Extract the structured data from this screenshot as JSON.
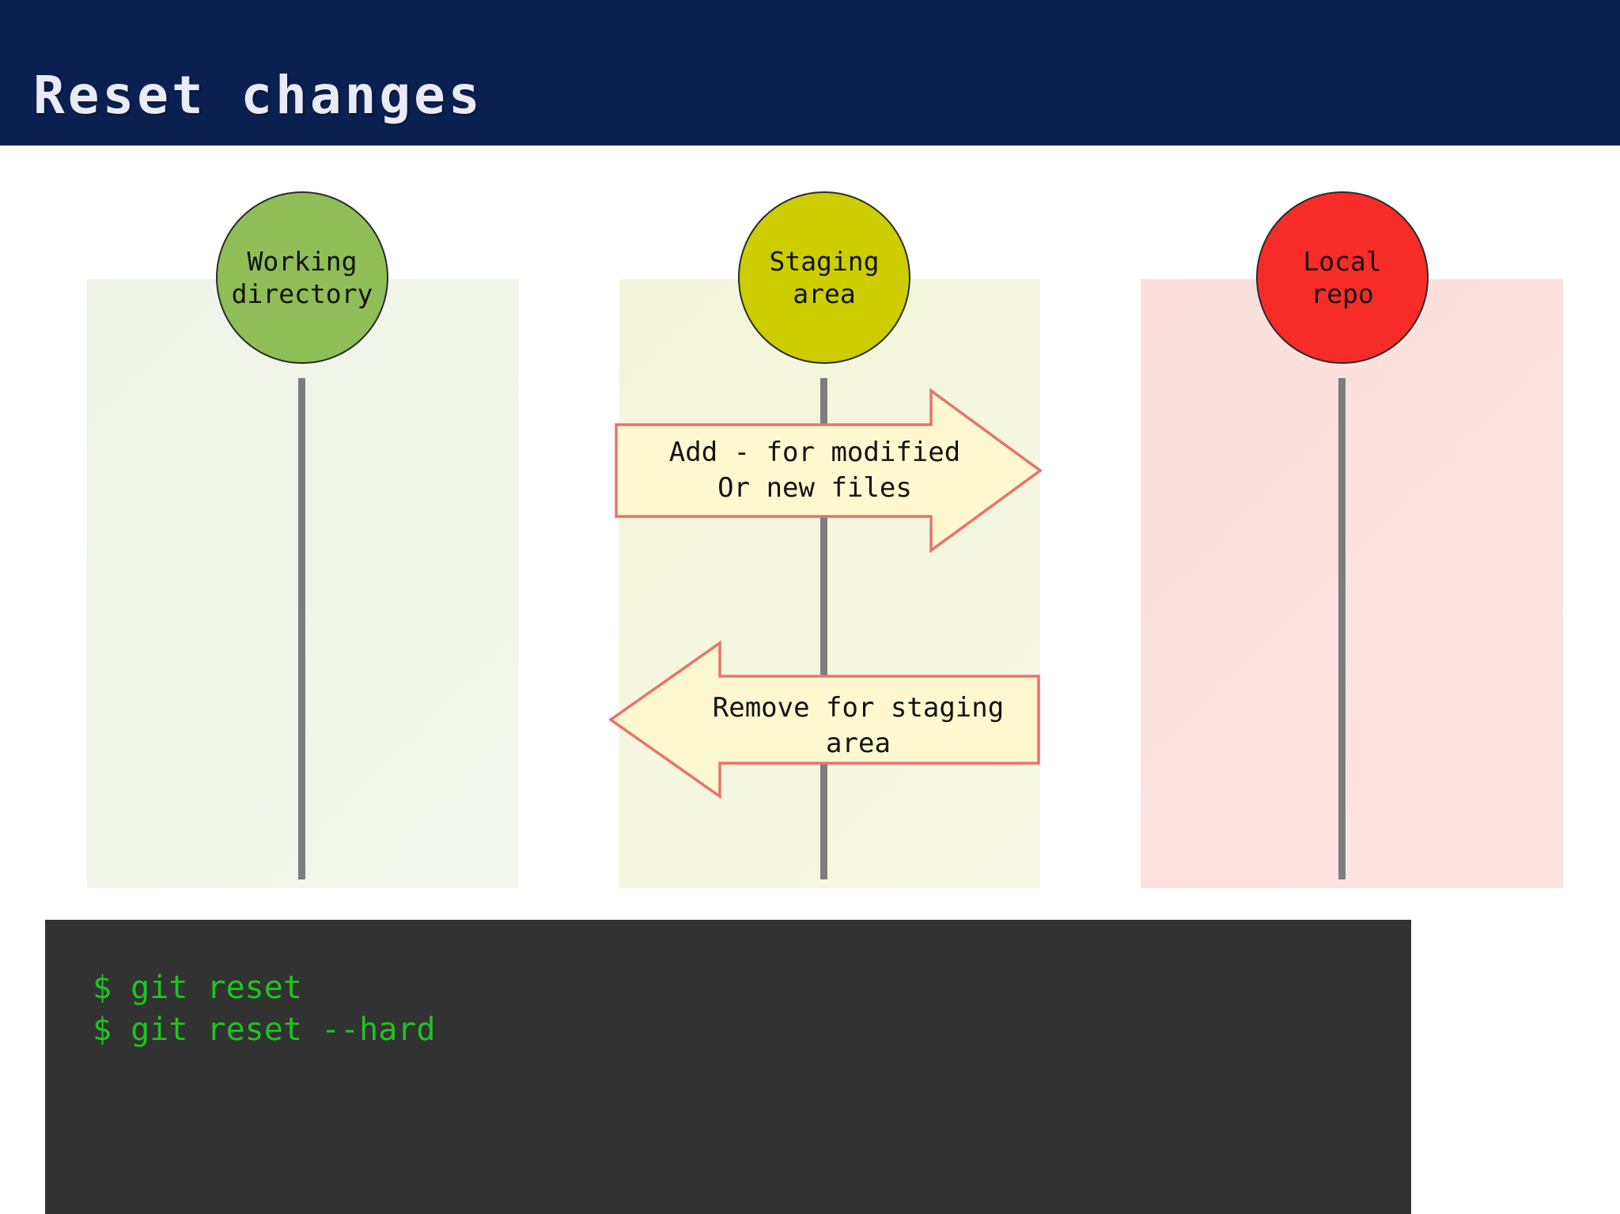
{
  "header": {
    "title": "Reset changes",
    "band_color": "#0a2050",
    "title_color": "#e8eaf6"
  },
  "diagram": {
    "columns": [
      {
        "id": "working",
        "band_color": "#eff4e8",
        "node_label": "Working\ndirectory",
        "node_color": "#8fbe58",
        "node_border": "#2b2b2b"
      },
      {
        "id": "staging",
        "band_color": "#f3f5da",
        "node_label": "Staging\narea",
        "node_color": "#cdcd00",
        "node_border": "#2b2b2b"
      },
      {
        "id": "localrepo",
        "band_color": "#fcdfdd",
        "node_label": "Local\nrepo",
        "node_color": "#f72c28",
        "node_border": "#2b2b2b"
      }
    ],
    "stem_color": "#7d7d7d",
    "arrows": [
      {
        "id": "add",
        "direction": "right",
        "label": "Add - for modified\nOr new files",
        "fill": "#fdf8cf",
        "stroke": "#e8736b"
      },
      {
        "id": "remove",
        "direction": "left",
        "label": "Remove for staging\narea",
        "fill": "#fdf8cf",
        "stroke": "#e8736b"
      }
    ]
  },
  "terminal": {
    "background": "#323232",
    "text_color": "#1fc41f",
    "lines": [
      "$ git reset",
      "$ git reset --hard"
    ]
  }
}
